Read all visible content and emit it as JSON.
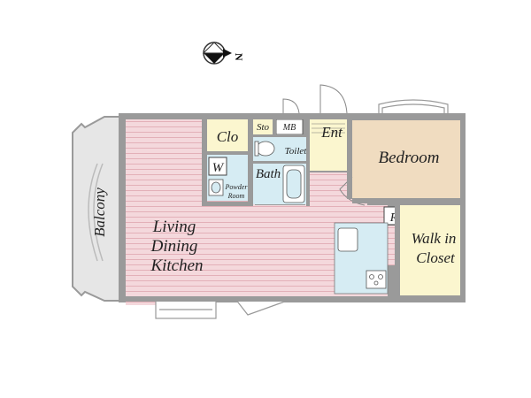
{
  "compass": {
    "north_label": "N",
    "icon": "compass-north-arrow-icon"
  },
  "rooms": {
    "balcony": "Balcony",
    "living_line1": "Living",
    "living_line2": "Dining",
    "living_line3": "Kitchen",
    "closet": "Clo",
    "washer": "W",
    "powder_line1": "Powder",
    "powder_line2": "Room",
    "storage": "Sto",
    "meter_box": "MB",
    "toilet": "Toilet",
    "bath": "Bath",
    "entrance": "Ent",
    "bedroom": "Bedroom",
    "refrigerator": "R",
    "walkin_line1": "Walk in",
    "walkin_line2": "Closet"
  },
  "colors": {
    "wall": "#9a9a9a",
    "living_floor": "#f4d8dc",
    "living_stripe": "#e4b4bb",
    "bedroom_floor": "#f0dcc0",
    "walkin_floor": "#fbf6cf",
    "closet_floor": "#fbf6cf",
    "water_floor": "#d6ecf3",
    "balcony": "#e6e6e6",
    "entrance_floor": "#fbf6cf"
  }
}
